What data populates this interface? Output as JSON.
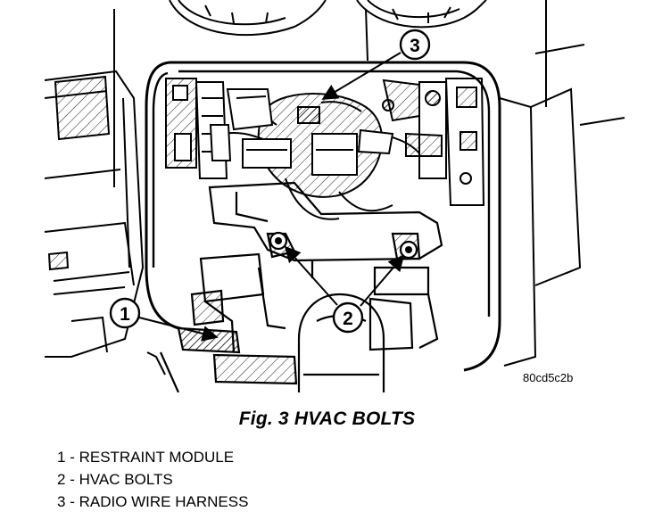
{
  "figure": {
    "caption": "Fig. 3 HVAC BOLTS",
    "code": "80cd5c2b",
    "callouts": [
      {
        "num": "1",
        "text": "RESTRAINT MODULE"
      },
      {
        "num": "2",
        "text": "HVAC BOLTS"
      },
      {
        "num": "3",
        "text": "RADIO WIRE HARNESS"
      }
    ]
  }
}
